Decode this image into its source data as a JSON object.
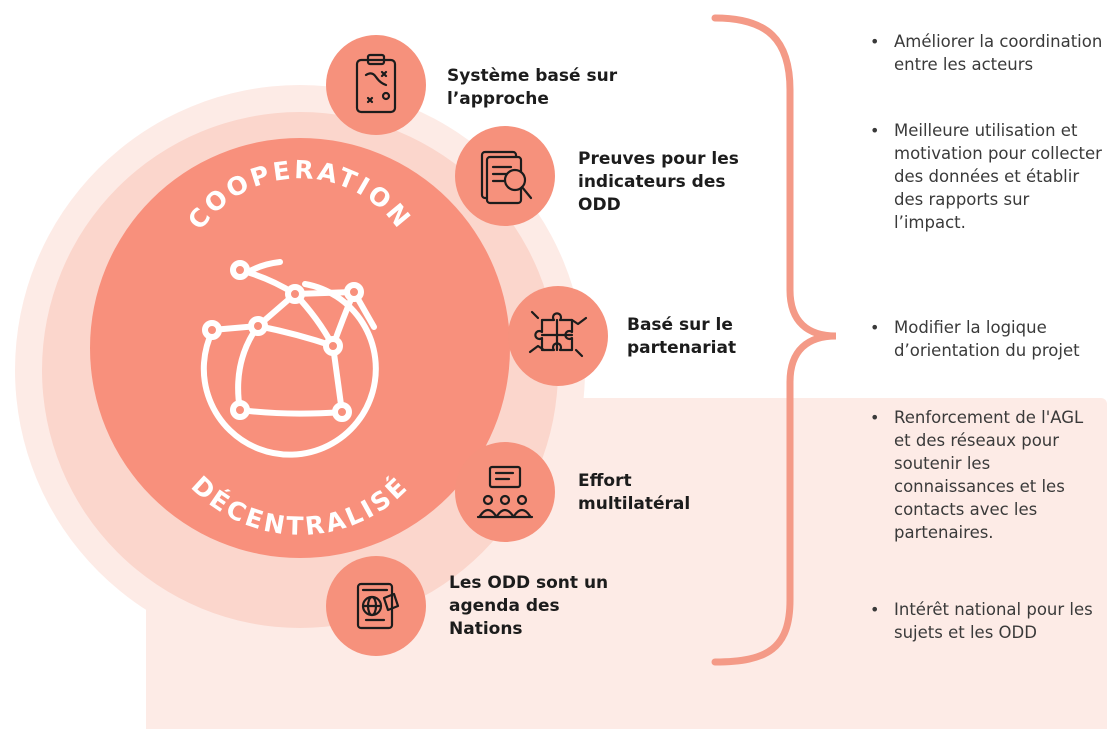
{
  "colors": {
    "outer_ring": "#fdebe6",
    "middle_ring": "#fbd6cc",
    "core": "#f8907c",
    "node": "#f6917c",
    "brace": "#f49a87",
    "panel": "#fdebe6",
    "icon_stroke": "#1c1c1c",
    "globe_stroke": "#ffffff"
  },
  "core": {
    "top_text": "COOPERATION",
    "bottom_text": "DÉCENTRALISÉ",
    "icon": "globe-network-icon"
  },
  "nodes": [
    {
      "icon": "clipboard-strategy-icon",
      "label": "Système basé sur l’approche"
    },
    {
      "icon": "document-magnifier-icon",
      "label": "Preuves pour les indicateurs des ODD"
    },
    {
      "icon": "puzzle-hands-icon",
      "label": "Basé sur le partenariat"
    },
    {
      "icon": "meeting-presentation-icon",
      "label": "Effort multilatéral"
    },
    {
      "icon": "passport-globe-icon",
      "label": "Les ODD sont un agenda des Nations"
    }
  ],
  "outcomes": [
    "Améliorer la coordination entre les acteurs",
    "Meilleure utilisation et motivation pour collecter des données et établir des rapports sur l’impact.",
    "Modifier la logique d’orientation du projet",
    "Renforcement de l'AGL et des réseaux pour soutenir les connaissances et les contacts avec les partenaires.",
    "Intérêt national pour les sujets et les ODD"
  ],
  "bullet_glyph": "•"
}
